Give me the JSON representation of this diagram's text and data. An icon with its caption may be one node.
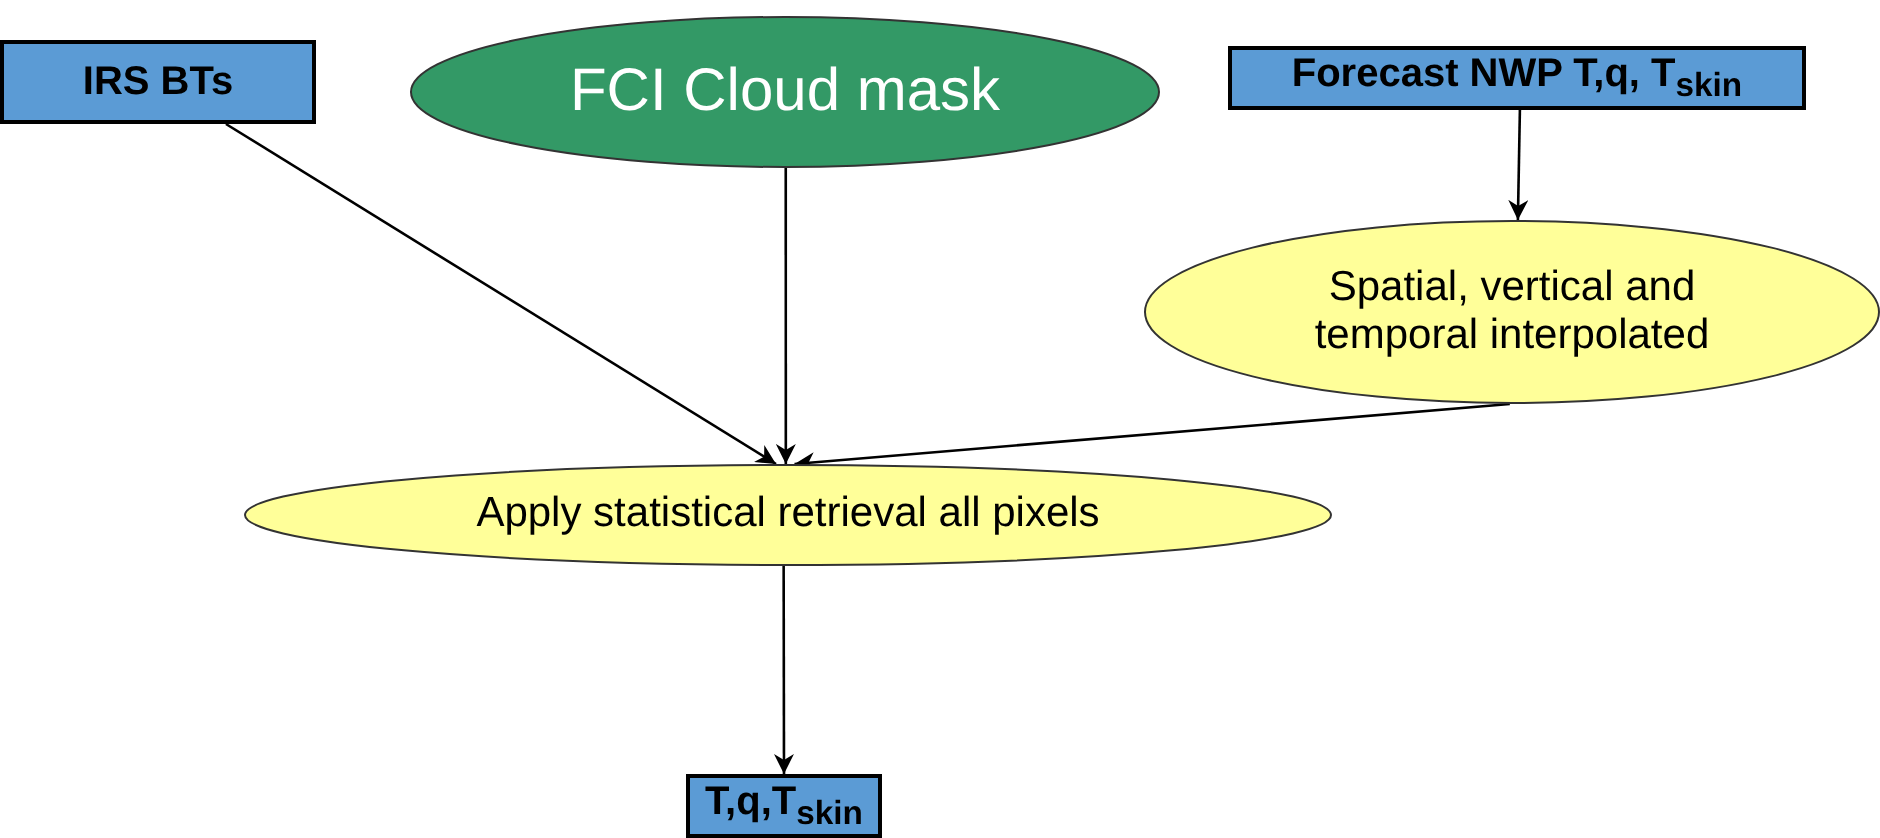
{
  "diagram": {
    "nodes": [
      {
        "text": [
          "IRS BTs"
        ]
      },
      {
        "text": [
          "FCI Cloud mask"
        ]
      },
      {
        "text": [
          "Forecast NWP T,q, T$_{skin}$"
        ]
      },
      {
        "text": [
          "Spatial, vertical and temporal interpolated"
        ]
      },
      {
        "text": [
          "Apply statistical retrieval all pixels"
        ]
      },
      {
        "text": [
          "T,q,T$_{skin}$"
        ]
      }
    ],
    "edges": [
      {
        "from": 0,
        "to": 4,
        "arrow": "to"
      },
      {
        "from": 1,
        "to": 4,
        "arrow": "to"
      },
      {
        "from": 2,
        "to": 3,
        "arrow": "to"
      },
      {
        "from": 3,
        "to": 4,
        "arrow": "to"
      },
      {
        "from": 4,
        "to": 5,
        "arrow": "to"
      }
    ]
  }
}
